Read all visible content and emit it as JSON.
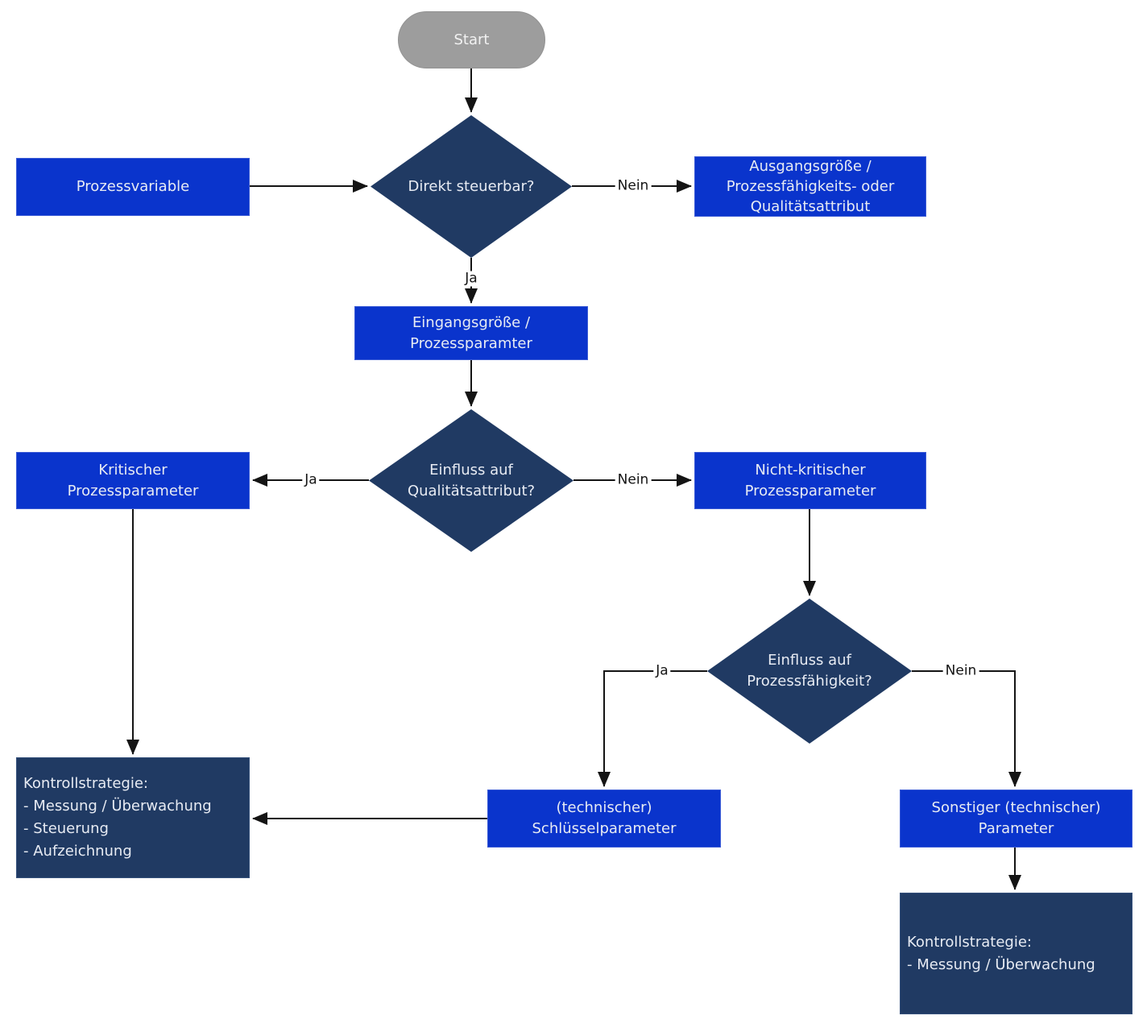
{
  "colors": {
    "box_blue": "#0a34cc",
    "box_navy": "#203a63",
    "start_gray": "#9d9d9d",
    "line_black": "#141414",
    "text_light": "#e7ebf3"
  },
  "nodes": {
    "start": {
      "label": "Start"
    },
    "prozessvariable": {
      "label": "Prozessvariable"
    },
    "direkt_steuerbar": {
      "label": "Direkt steuerbar?"
    },
    "ausgangsgroesse": {
      "label": "Ausgangsgröße /\nProzessfähigkeits- oder\nQualitätsattribut"
    },
    "eingangsgroesse": {
      "label": "Eingangsgröße /\nProzessparamter"
    },
    "einfluss_qualitaet": {
      "label": "Einfluss auf\nQualitätsattribut?"
    },
    "kritischer": {
      "label": "Kritischer\nProzessparameter"
    },
    "nicht_kritischer": {
      "label": "Nicht-kritischer\nProzessparameter"
    },
    "einfluss_prozessfaehigkeit": {
      "label": "Einfluss auf\nProzessfähigkeit?"
    },
    "schluesselparameter": {
      "label": "(technischer)\nSchlüsselparameter"
    },
    "sonstiger_parameter": {
      "label": "Sonstiger (technischer)\nParameter"
    },
    "kontrollstrategie_voll": {
      "label": "Kontrollstrategie:\n- Messung / Überwachung\n- Steuerung\n- Aufzeichnung"
    },
    "kontrollstrategie_messung": {
      "label": "Kontrollstrategie:\n- Messung / Überwachung"
    }
  },
  "edge_labels": {
    "direkt_ja": "Ja",
    "direkt_nein": "Nein",
    "qualitaet_ja": "Ja",
    "qualitaet_nein": "Nein",
    "faehigkeit_ja": "Ja",
    "faehigkeit_nein": "Nein"
  }
}
